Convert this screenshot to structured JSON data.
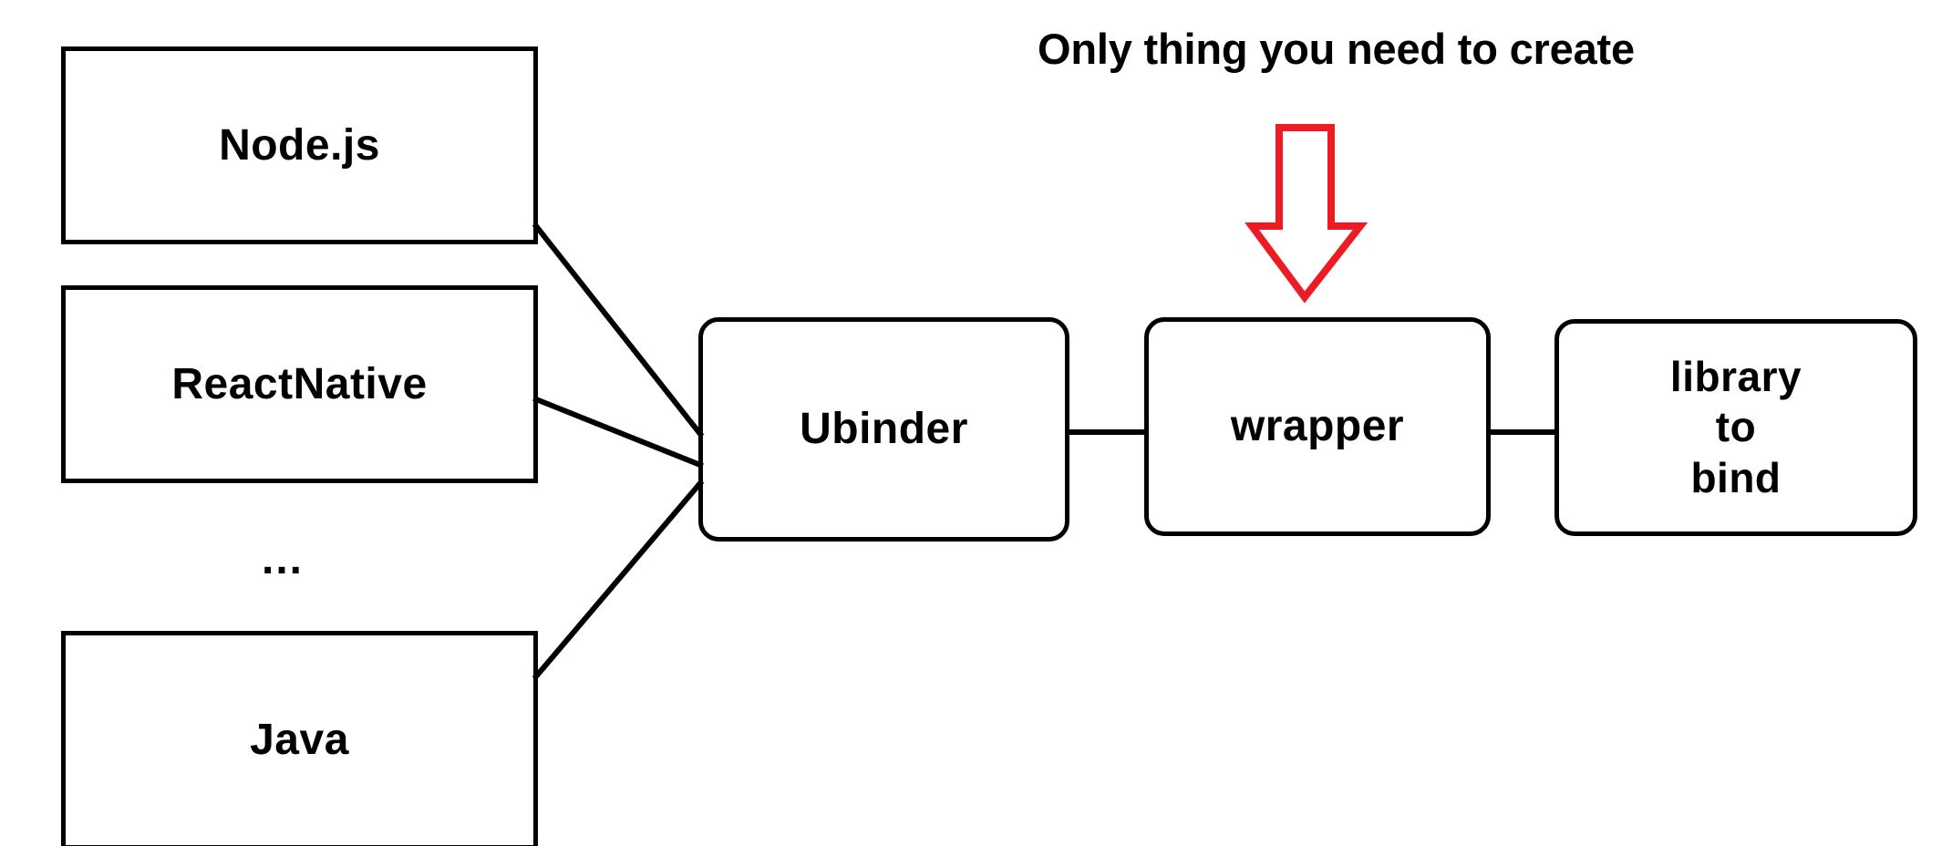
{
  "diagram": {
    "title_note": "Only thing you need to create",
    "accent_color": "#ED1C24",
    "line_color": "#000000",
    "background_color": "#FFFFFF",
    "ellipsis": "...",
    "sources": [
      {
        "id": "nodejs",
        "label": "Node.js"
      },
      {
        "id": "reactnative",
        "label": "ReactNative"
      },
      {
        "id": "java",
        "label": "Java"
      }
    ],
    "pipeline": [
      {
        "id": "ubinder",
        "label": "Ubinder"
      },
      {
        "id": "wrapper",
        "label": "wrapper"
      },
      {
        "id": "library",
        "label": "library\nto\nbind"
      }
    ],
    "connectors": [
      {
        "from": "nodejs",
        "to": "ubinder",
        "style": "diagonal"
      },
      {
        "from": "reactnative",
        "to": "ubinder",
        "style": "diagonal"
      },
      {
        "from": "java",
        "to": "ubinder",
        "style": "diagonal"
      },
      {
        "from": "ubinder",
        "to": "wrapper",
        "style": "straight"
      },
      {
        "from": "wrapper",
        "to": "library",
        "style": "straight"
      }
    ],
    "arrow": {
      "name": "red-down-arrow",
      "points_to": "wrapper",
      "color": "#ED1C24",
      "filled": false
    }
  }
}
